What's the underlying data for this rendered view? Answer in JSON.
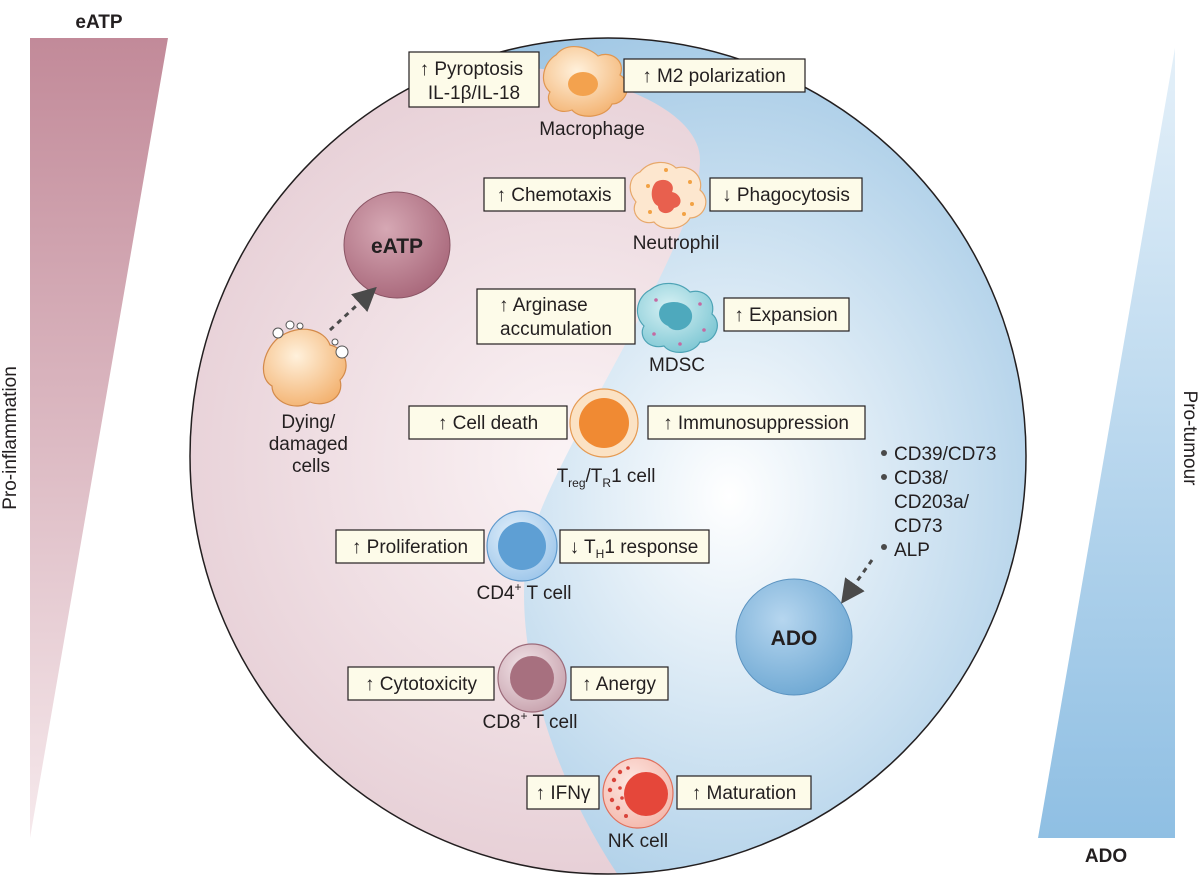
{
  "gradients": {
    "left_label": "eATP",
    "right_label": "ADO",
    "left_axis_label": "Pro-inflammation",
    "right_axis_label": "Pro-tumour"
  },
  "centre": {
    "eatp_label": "eATP",
    "ado_label": "ADO",
    "dying_cells_lines": [
      "Dying/",
      "damaged",
      "cells"
    ],
    "enzyme_lines": [
      "CD39/CD73",
      "CD38/",
      "CD203a/",
      "CD73",
      "ALP"
    ]
  },
  "cells": {
    "macrophage": {
      "label": "Macrophage",
      "left_lines": [
        "↑ Pyroptosis",
        "IL-1β/IL-18"
      ],
      "right": "↑ M2 polarization"
    },
    "neutrophil": {
      "label": "Neutrophil",
      "left": "↑ Chemotaxis",
      "right": "↓ Phagocytosis"
    },
    "mdsc": {
      "label": "MDSC",
      "left_lines": [
        "↑ Arginase",
        "accumulation"
      ],
      "right": "↑ Expansion"
    },
    "treg": {
      "label_main": "T",
      "label_sub1": "reg",
      "label_mid": "/T",
      "label_sub2": "R",
      "label_end": "1 cell",
      "left": "↑ Cell death",
      "right": "↑ Immunosuppression"
    },
    "cd4": {
      "label_main": "CD4",
      "label_sup": "+",
      "label_end": " T cell",
      "left": "↑ Proliferation",
      "right_main": "↓ T",
      "right_sub": "H",
      "right_end": "1 response"
    },
    "cd8": {
      "label_main": "CD8",
      "label_sup": "+",
      "label_end": " T cell",
      "left": "↑ Cytotoxicity",
      "right": "↑ Anergy"
    },
    "nk": {
      "label": "NK cell",
      "left": "↑ IFNγ",
      "right": "↑ Maturation"
    }
  },
  "colors": {
    "pink_region": "#ead6db",
    "blue_region": "#a9cce6",
    "eatp_circle": "#b87a8b",
    "ado_circle": "#7fb2d9",
    "box_fill": "#fdfbe9"
  }
}
